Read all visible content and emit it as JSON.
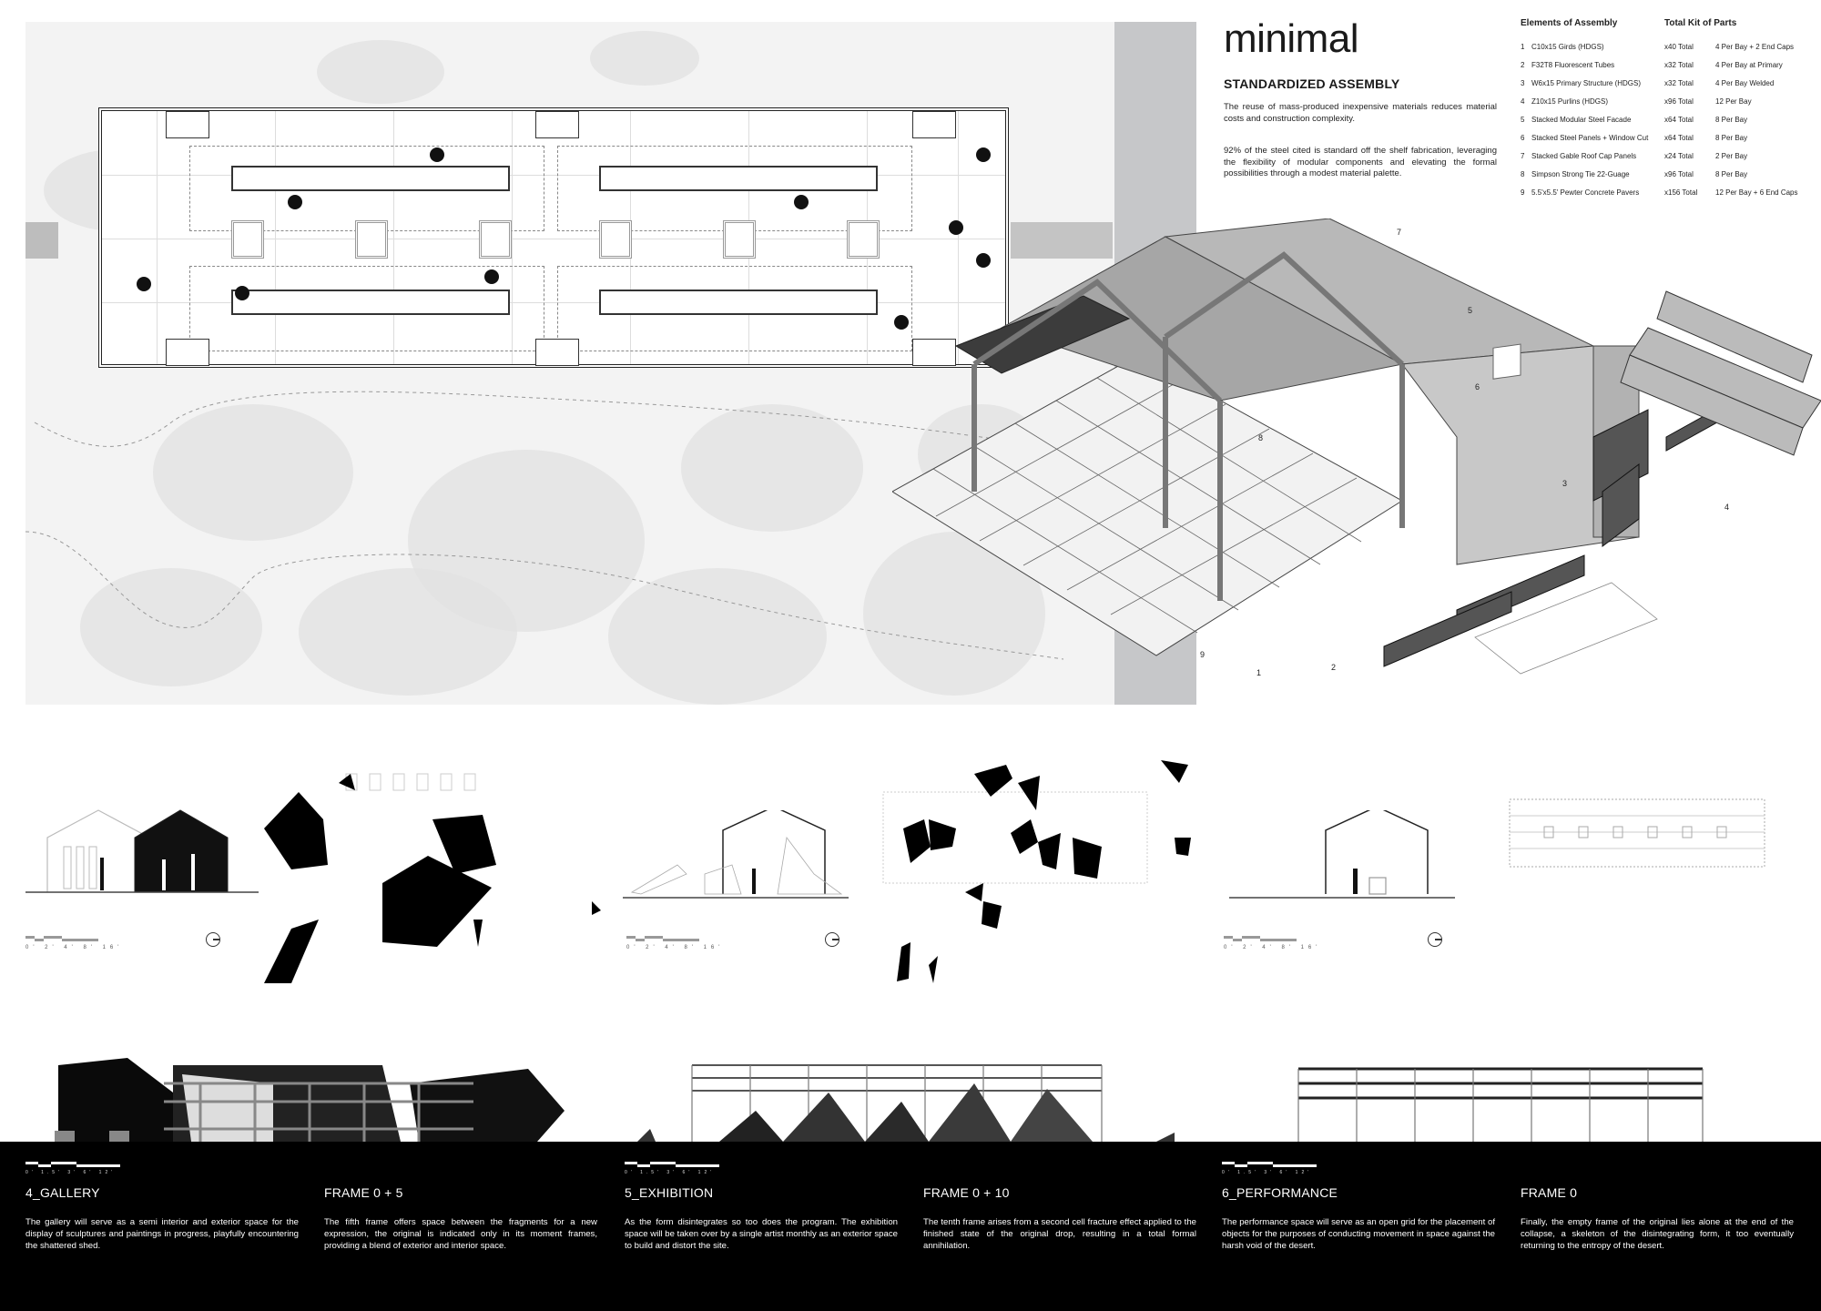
{
  "header": {
    "title": "minimal",
    "subtitle": "STANDARDIZED ASSEMBLY",
    "paragraph_1": "The reuse of mass-produced inexpensive materials reduces material costs and construction complexity.",
    "paragraph_2": "92% of the steel cited is standard off the shelf fabrication, leveraging the flexibility of modular components and elevating the formal possibilities through a modest material palette."
  },
  "parts_list": {
    "heading_elements": "Elements of Assembly",
    "heading_kit": "Total Kit of Parts",
    "rows": [
      {
        "num": "1",
        "name": "C10x15 Girds (HDGS)",
        "qty": "x40 Total",
        "note": "4 Per Bay + 2 End Caps"
      },
      {
        "num": "2",
        "name": "F32T8 Fluorescent Tubes",
        "qty": "x32 Total",
        "note": "4 Per Bay at Primary"
      },
      {
        "num": "3",
        "name": "W6x15 Primary Structure (HDGS)",
        "qty": "x32 Total",
        "note": "4 Per Bay Welded"
      },
      {
        "num": "4",
        "name": "Z10x15 Purlins (HDGS)",
        "qty": "x96 Total",
        "note": "12 Per Bay"
      },
      {
        "num": "5",
        "name": "Stacked Modular Steel Facade",
        "qty": "x64 Total",
        "note": "8 Per Bay"
      },
      {
        "num": "6",
        "name": "Stacked Steel Panels + Window Cut",
        "qty": "x64 Total",
        "note": "8 Per Bay"
      },
      {
        "num": "7",
        "name": "Stacked Gable Roof Cap Panels",
        "qty": "x24 Total",
        "note": "2 Per Bay"
      },
      {
        "num": "8",
        "name": "Simpson Strong Tie 22-Guage",
        "qty": "x96 Total",
        "note": "8 Per Bay"
      },
      {
        "num": "9",
        "name": "5.5'x5.5' Pewter Concrete Pavers",
        "qty": "x156 Total",
        "note": "12 Per Bay + 6 End Caps"
      }
    ]
  },
  "iso_labels": {
    "l1": "1",
    "l2": "2",
    "l3": "3",
    "l4": "4",
    "l5": "5",
    "l6": "6",
    "l7": "7",
    "l8": "8",
    "l9": "9"
  },
  "section_scale": {
    "ticks": "0' 2' 4'  8'      16'"
  },
  "elevation_scale": {
    "ticks": "0' 1.5' 3'  6'      12'"
  },
  "captions": [
    {
      "title": "4_GALLERY",
      "text": "The gallery will serve as a semi interior and exterior space for the display of sculptures and paintings in progress, playfully encountering the shattered shed."
    },
    {
      "title": "FRAME 0 + 5",
      "text": "The fifth frame offers space between the fragments for a new expression, the original is indicated only in its moment frames, providing a blend of exterior and interior space."
    },
    {
      "title": "5_EXHIBITION",
      "text": "As the form disintegrates so too does the program. The exhibition space will be taken over by a single artist monthly as an exterior space to build and distort the site."
    },
    {
      "title": "FRAME 0 + 10",
      "text": "The tenth frame arises from a second cell fracture effect applied to the finished state of the original drop, resulting in a total formal annihilation."
    },
    {
      "title": "6_PERFORMANCE",
      "text": "The performance space will serve as an open grid for the placement of objects for the purposes of conducting movement in space against the harsh void of the desert."
    },
    {
      "title": "FRAME 0",
      "text": "Finally, the empty frame of the original lies alone at the end of the collapse, a skeleton of the disintegrating form, it too eventually returning to the entropy of the desert."
    }
  ],
  "colors": {
    "band_gray": "#c6c7c9",
    "black": "#000000",
    "site_light": "#f3f3f3"
  }
}
